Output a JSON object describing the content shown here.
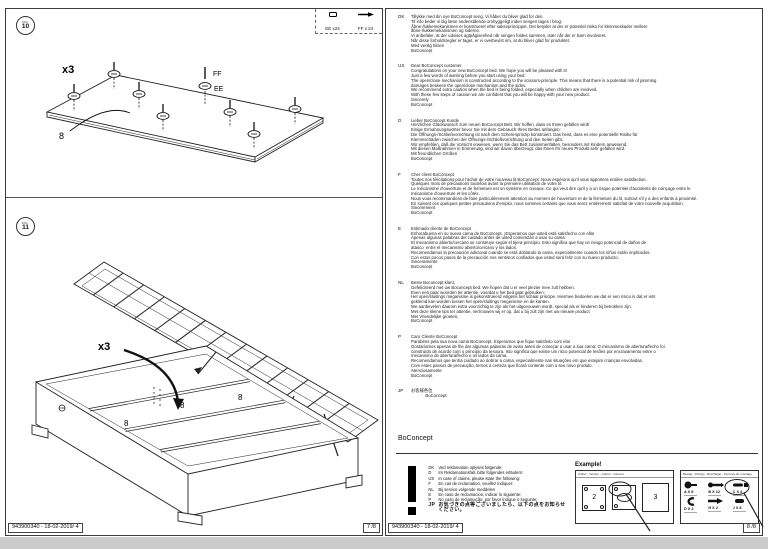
{
  "left_page": {
    "fig10": {
      "fig_label": "FIG.",
      "fig_number": "10",
      "hardware_box": {
        "items": [
          {
            "id": "EE",
            "label": "EE x24"
          },
          {
            "id": "FF",
            "label": "FF x 24"
          }
        ]
      },
      "annotations": {
        "quantity": "x3",
        "screw_ff": "FF",
        "cap_ee": "EE",
        "part_number": "8"
      }
    },
    "fig11": {
      "fig_label": "FIG.",
      "fig_number": "11",
      "annotations": {
        "quantity": "x3",
        "part_number_1": "8",
        "part_number_2": "8",
        "part_number_3": "8"
      }
    },
    "footer": {
      "document_id": "943900340 - 18-02-2019/ 4",
      "page_number": "7 /8"
    }
  },
  "right_page": {
    "sections": [
      {
        "code": "DK",
        "lines": [
          "Tillykke med din nye BoConcept seng. Vi håber du bliver glad for den.",
          "Til info beder vi dig læse nedenstående omhyggeligt inden sengen tages i brug:",
          "Åbne-/lukkemekanismen er konstrueret efter sakseprincippet. Det betyder at der er potentiel risiko for klemmeskader mellem",
          "åbne-/lukkemekanismen og siderne.",
          "Vi anbefaler, at der udvises agtpågivenhed når sengen foldes sammen, især når der er børn involveret.",
          "Når disse forholdsregler er taget, er vi overbevist om, at du bliver glad for produktet.",
          "Med venlig hilsen",
          "BoConcept"
        ]
      },
      {
        "code": "US",
        "lines": [
          "Dear BoConcept customer",
          "Congratulations on your new BoConcept bed. We hope you will be pleased with it!",
          "Just a few words of warning before you start using your bed:",
          "The open/close mechanism is constructed according to the scissors-principle. This means that there is a potential risk of jamming",
          "damages between the open/close mechanism and the sides.",
          "We recommend extra caution when the bed is being folded, especially when children are involved.",
          "With these few steps of caution we are confident that you will be happy with your new product.",
          "Sincerely",
          "BoConcept"
        ]
      },
      {
        "code": "D",
        "lines": [
          "Lieber BoConcept Kunde",
          "Herzlichen Glückwunsch zum neuen BoConcept Bett. Wir hoffen, dass es Ihnen gefallen wird!",
          "Einige Ermahnungswörter bevor Sie mit dem Gebrauch Ihres Bettes anfangen:",
          "Die Öffnungs-/Schließvorrichtung ist nach dem Scherenprinzip konstruiert. Das heist, dass es eine potentielle Risiko für",
          "Klemmschäden zwischen der Öffnungs-/Schließvorrichtung und den Seiten gibt.",
          "Wir empfehlen, daß die Vorsicht erweisen, wenn Sie das Bett zusammenfalten, besonders mit Kindern anwesend.",
          "Mit diesen Maßnahmen in Erinnerung, sind wir davon überzeugt, das Ihnen Ihr neues Produkt sehr gefallen wird.",
          "Mit freundlichen Grüßen",
          "BoConcept"
        ]
      },
      {
        "code": "F",
        "lines": [
          "Cher client BoConcept",
          "Toutes nos félicitations pour l'achat de votre nouveau lit BoConcept. Nous espérons qu'il vous apportera entière satisfaction.",
          "Quelques mots de précautions toutefois avant la première utilisation de votre lit.",
          "Le mécanisme d'ouverture et de fermeture est un système en ciseaux. Ce qui veut dire qu'il y a un risque potentiel d'accidents de coinçage entre le",
          "mécanisme d'ouverture et les côtés.",
          "Nous vous recommandons de faire particulièrement attention au moment de l'ouverture et de la fermeture du lit, surtout s'il y a des enfants à proximité.",
          "En suivant ces quelques petites précautions d'emploi, nous sommes certains que vous serez entièrement satisfait de votre nouvelle acquisition.",
          "Sincèrement",
          "BoConcept"
        ]
      },
      {
        "code": "E",
        "lines": [
          "Estimado cliente de BoConcept",
          "Enhorabuena en su nueva cama de BoConcept. ¡Esperamos que usted está satisfecho con ella!",
          "Apenas algunas palabras del cuidado antes de usted comienzan a usar su cama:",
          "El mecanismo abierto/cercano se construye según el tijera-principio. Esto significa que hay un riesgo potencial de daños de",
          "atasco  entre el mecanismo abierto/cercano y los lados.",
          "Recomendamos la precaución adicional cuando se está doblando la cama, especialmente cuando los niños están implicados.",
          "Con estos pocos pasos de la precaución nos sentimos confiados que usted será feliz con su nuevo producto.",
          "Sinceramente",
          "BoConcept"
        ]
      },
      {
        "code": "NL",
        "lines": [
          "Beste Boconcept klant,",
          "Gefeliciteerd met uw Boconcept bed. We hopen dat u er veel plezier mee zult hebben.",
          "Even een paar woorden ter attentie, voordat u het bed gaat gebruiken:",
          "Het open/sluitings meganisme is gekonstrueerd volgens het schaar principe. Hiermee bedoelen we dat er een risico is dat er iets",
          "geklemd kan worden tussen het open/sluitings megenisme en de kanten.",
          "We aanbevelen daarom extra voorzichtig te zijn als het uitgevouwen wordt, special als er kinderen bij betrokken zijn.",
          "Met deze kleine tips ter attentie, vertrouwen wij er op, dat u bij zult zijn met uw nieuwe product",
          "Met Vriendelijke groeten,",
          "BoConcept"
        ]
      },
      {
        "code": "P",
        "lines": [
          "Caro Cliente BoConcept",
          "Parabéns pela sua nova cama BoConcept. Esperamos que fique satisfeito com ela!",
          "Gostaríamos apenas de lhe dar algumas palavras de aviso antes de começar a usar a sua cama: O mecanismo de abertura/fecho foi",
          "construído de acordo com o princípio da tesoura. Isto significa que existe um risco potencial de lesões por encravamento entre o",
          "mecanismo de abertura/fecho e os lados da cama.",
          "Recomendamos que tenha cuidado ao dobrar a cama, especialmente nas situações em que estejam crianças envolvidas.",
          "Com estes passos de precaução, temos a certeza que ficará contente com o seu novo produto.",
          "Atenciosamente",
          "BoConcept"
        ]
      },
      {
        "code": "JP",
        "lines": [
          "お客様各位",
          "            BoConcept"
        ]
      }
    ],
    "brand_signature": "BoConcept",
    "claims": {
      "lines": [
        {
          "code": "DK",
          "text": "Ved reklamation oplyses følgende:"
        },
        {
          "code": "D",
          "text": "Im Reklamationsfall, bitte folgendes erläutern:"
        },
        {
          "code": "US",
          "text": "In case of claims, please state the following:"
        },
        {
          "code": "F",
          "text": "En cas de reclamation, veuillez indiquer:"
        },
        {
          "code": "NL",
          "text": "Bij service volgende meddelen"
        },
        {
          "code": "E",
          "text": "En caso de reclamacion, indicar lo siguiente:"
        },
        {
          "code": "P",
          "text": "No caso de reclamação, por favor indique o seguinte:"
        },
        {
          "code": "JP",
          "text": "お気づきの点等ございましたら、以下の点をお知らせください。"
        }
      ]
    },
    "example": {
      "title": "Example!",
      "cartons_caption": "Artikel - Version - Carton - Cartons",
      "cartons": [
        {
          "number": "2"
        },
        {
          "number": ""
        },
        {
          "number": "3"
        }
      ],
      "fittings_caption": "Beslag - Fittings - Beschläge - Ferrures de montage",
      "fittings": [
        {
          "label": "A X 8"
        },
        {
          "label": "B X 12"
        },
        {
          "label": "C X 4"
        },
        {
          "label": "D X 2"
        },
        {
          "label": "H X 2"
        },
        {
          "label": "J X 8"
        }
      ]
    },
    "footer": {
      "document_id": "943900340 - 18-02-2019/ 4",
      "page_number": "8 /8"
    }
  }
}
